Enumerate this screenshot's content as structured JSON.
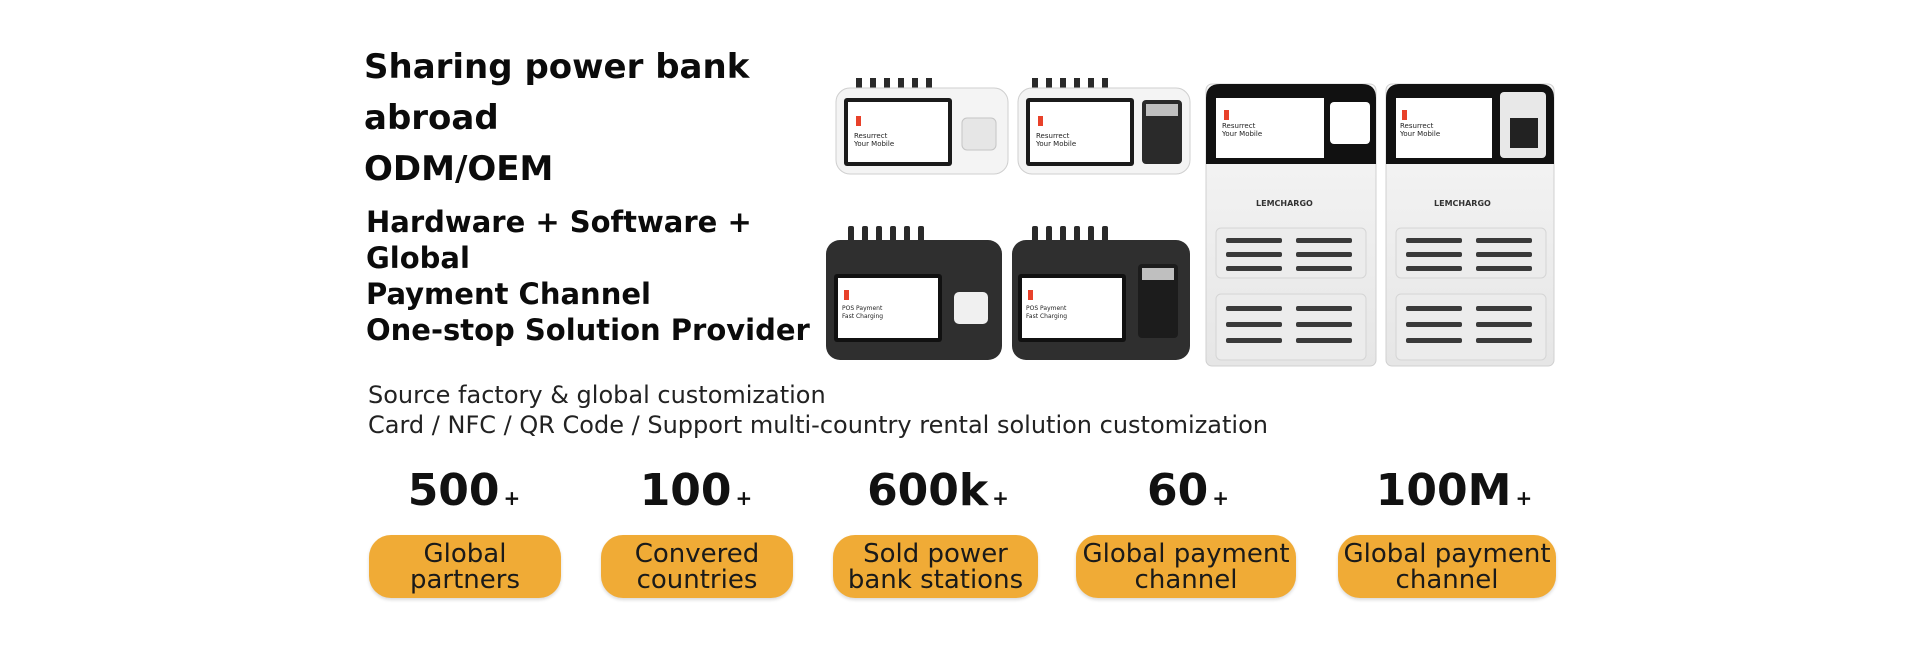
{
  "headline": {
    "line1": "Sharing power bank abroad",
    "line2": "ODM/OEM"
  },
  "subhead": {
    "line1": "Hardware + Software + Global",
    "line2": "Payment Channel",
    "line3": "One-stop Solution Provider"
  },
  "description": {
    "line1": "Source factory & global customization",
    "line2": "Card / NFC / QR Code / Support multi-country rental solution customization"
  },
  "products": {
    "screen_text_white": "Resurrect\nYour Mobile",
    "screen_text_black": "POS Payment\nFast Charging",
    "brand": "LEMCHARGO"
  },
  "colors": {
    "accent": "#f0ab36",
    "brand_red": "#e8412a"
  },
  "stats": [
    {
      "value": "500",
      "suffix": "+",
      "label": "Global\npartners"
    },
    {
      "value": "100",
      "suffix": "+",
      "label": "Convered\ncountries"
    },
    {
      "value": "600k",
      "suffix": "+",
      "label": "Sold power\nbank stations"
    },
    {
      "value": "60",
      "suffix": "+",
      "label": "Global payment\nchannel"
    },
    {
      "value": "100M",
      "suffix": "+",
      "label": "Global payment\nchannel"
    }
  ]
}
